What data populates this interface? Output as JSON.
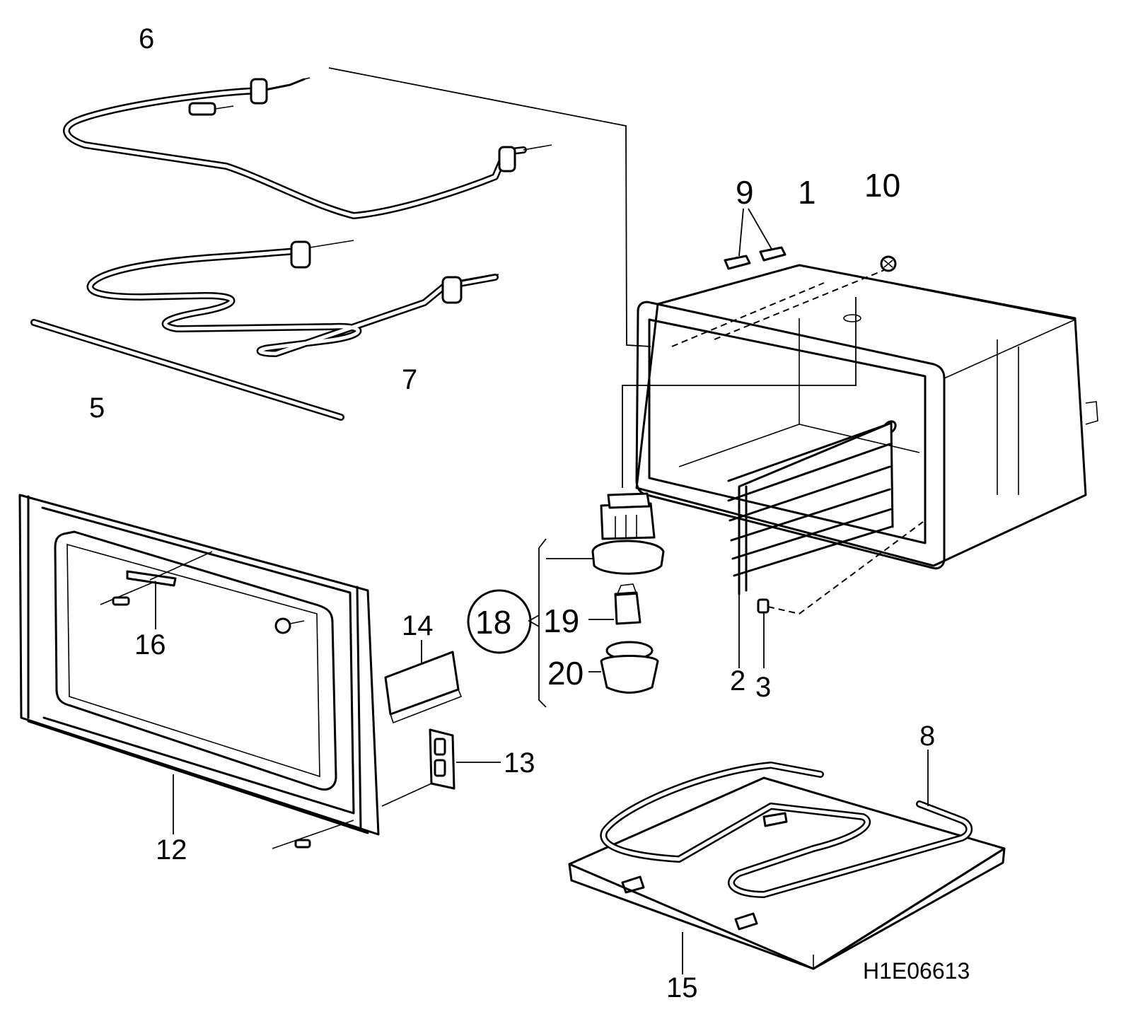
{
  "callouts": {
    "c1": "1",
    "c2": "2",
    "c3": "3",
    "c5": "5",
    "c6": "6",
    "c7": "7",
    "c8": "8",
    "c9": "9",
    "c10": "10",
    "c12": "12",
    "c13": "13",
    "c14": "14",
    "c15": "15",
    "c16": "16",
    "c18": "18",
    "c19": "19",
    "c20": "20"
  },
  "reference": "H1E06613"
}
